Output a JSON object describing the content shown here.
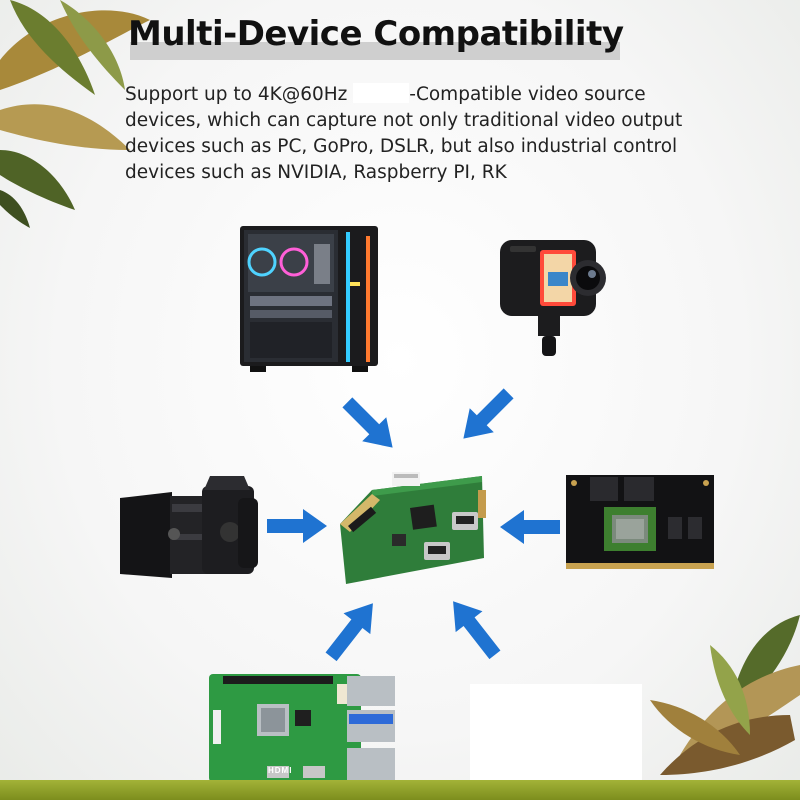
{
  "title": "Multi-Device Compatibility",
  "description": {
    "before_redaction": "Support up to 4K@60Hz ",
    "after_redaction": "-Compatible video source devices, which can capture not only traditional video output devices such as PC, GoPro, DSLR, but also industrial control devices such as NVIDIA, Raspberry PI, RK"
  },
  "colors": {
    "arrow": "#1f73d1",
    "title": "#111111",
    "board_green": "#2e8b3a",
    "frame_green": "#8fa12a"
  },
  "icons": [
    "pc-tower-icon",
    "action-camera-icon",
    "dslr-camera-icon",
    "capture-board-icon",
    "jetson-module-icon",
    "raspberry-pi-icon",
    "arrow-icon",
    "leaf-icon"
  ],
  "board_labels": {
    "raspberry_pi_hdmi": "HDMI"
  }
}
